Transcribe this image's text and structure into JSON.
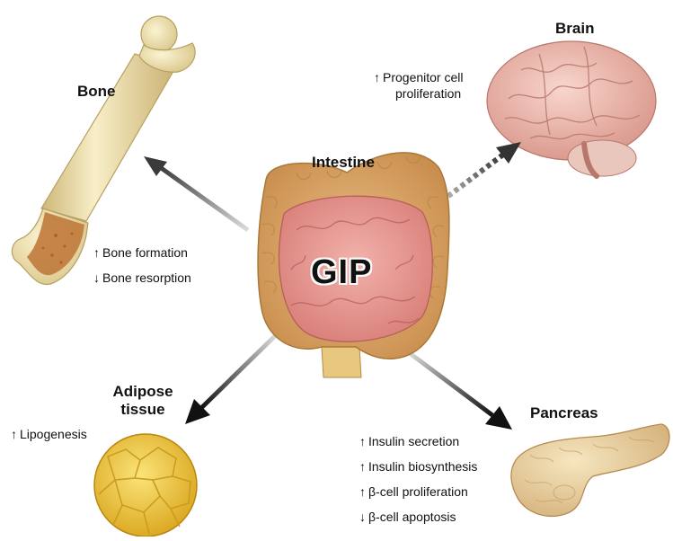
{
  "center": {
    "label": "Intestine",
    "hormone": "GIP"
  },
  "bone": {
    "label": "Bone",
    "effects": [
      {
        "dir": "up",
        "text": "Bone formation"
      },
      {
        "dir": "down",
        "text": "Bone resorption"
      }
    ]
  },
  "brain": {
    "label": "Brain",
    "effects": [
      {
        "dir": "up",
        "text": "Progenitor cell"
      },
      {
        "dir": "none",
        "text": "proliferation"
      }
    ]
  },
  "adipose": {
    "label_line1": "Adipose",
    "label_line2": "tissue",
    "effects": [
      {
        "dir": "up",
        "text": "Lipogenesis"
      }
    ]
  },
  "pancreas": {
    "label": "Pancreas",
    "effects": [
      {
        "dir": "up",
        "text": "Insulin secretion"
      },
      {
        "dir": "up",
        "text": "Insulin biosynthesis"
      },
      {
        "dir": "up",
        "text": "β-cell proliferation"
      },
      {
        "dir": "down",
        "text": "β-cell apoptosis"
      }
    ]
  },
  "arrows": {
    "up_glyph": "↑",
    "down_glyph": "↓",
    "brain_style": "dashed"
  },
  "colors": {
    "bone": "#efe2b0",
    "marrow": "#c07a3c",
    "brain": "#eebcb2",
    "intestine_outer": "#d9a86a",
    "intestine_inner": "#e79a96",
    "adipose": "#f2cf3a",
    "pancreas": "#eed7a6"
  }
}
